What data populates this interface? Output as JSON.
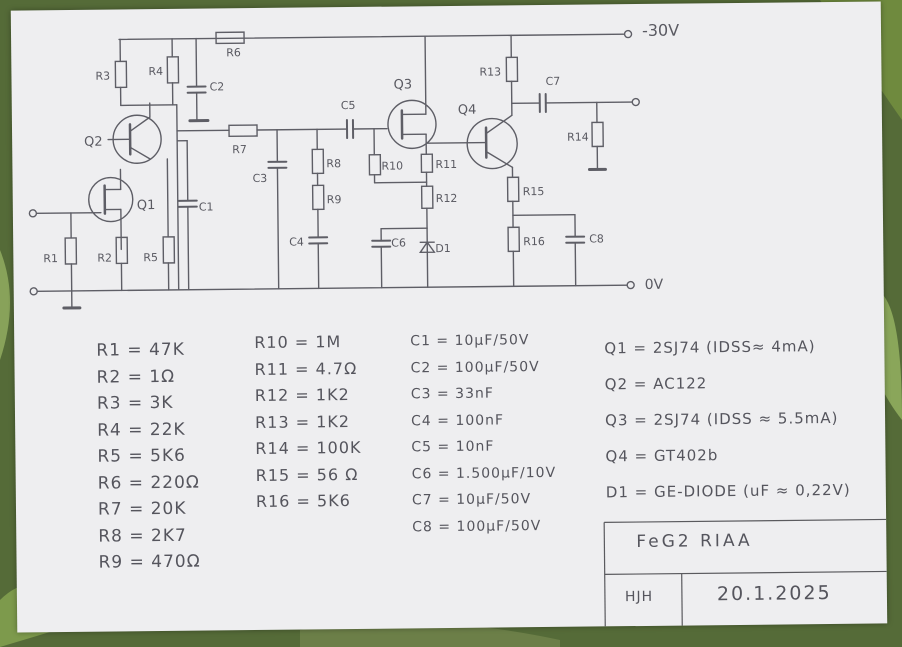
{
  "colors": {
    "paper": "#eeeef0",
    "pencil": "#5e5e66",
    "table": "#5a5a5e",
    "background": "#556b38"
  },
  "schematic": {
    "supply_label": "-30V",
    "ground_label": "0V",
    "components": {
      "R1": "R1",
      "R2": "R2",
      "R3": "R3",
      "R4": "R4",
      "R5": "R5",
      "R6": "R6",
      "R7": "R7",
      "R8": "R8",
      "R9": "R9",
      "R10": "R10",
      "R11": "R11",
      "R12": "R12",
      "R13": "R13",
      "R14": "R14",
      "R15": "R15",
      "R16": "R16",
      "C1": "C1",
      "C2": "C2",
      "C3": "C3",
      "C4": "C4",
      "C5": "C5",
      "C6": "C6",
      "C7": "C7",
      "C8": "C8",
      "Q1": "Q1",
      "Q2": "Q2",
      "Q3": "Q3",
      "Q4": "Q4",
      "D1": "D1"
    }
  },
  "parts_list": {
    "resistors_1": [
      "R1 = 47K",
      "R2 = 1Ω",
      "R3 = 3K",
      "R4 = 22K",
      "R5 = 5K6",
      "R6 = 220Ω",
      "R7 = 20K",
      "R8 = 2K7",
      "R9 = 470Ω"
    ],
    "resistors_2": [
      "R10 = 1M",
      "R11 = 4.7Ω",
      "R12 = 1K2",
      "R13 = 1K2",
      "R14 = 100K",
      "R15 = 56 Ω",
      "R16 = 5K6"
    ],
    "capacitors": [
      "C1 = 10µF/50V",
      "C2 = 100µF/50V",
      "C3 = 33nF",
      "C4 = 100nF",
      "C5 = 10nF",
      "C6 = 1.500µF/10V",
      "C7 = 10µF/50V",
      "C8 = 100µF/50V"
    ],
    "semiconductors": [
      "Q1 = 2SJ74  (IDSS≈ 4mA)",
      "Q2 = AC122",
      "Q3 = 2SJ74  (IDSS ≈ 5.5mA)",
      "Q4 = GT402b",
      "D1 = GE-DIODE (uF ≈ 0,22V)"
    ]
  },
  "title_block": {
    "title": "FeG2  RIAA",
    "author": "HJH",
    "date": "20.1.2025"
  }
}
